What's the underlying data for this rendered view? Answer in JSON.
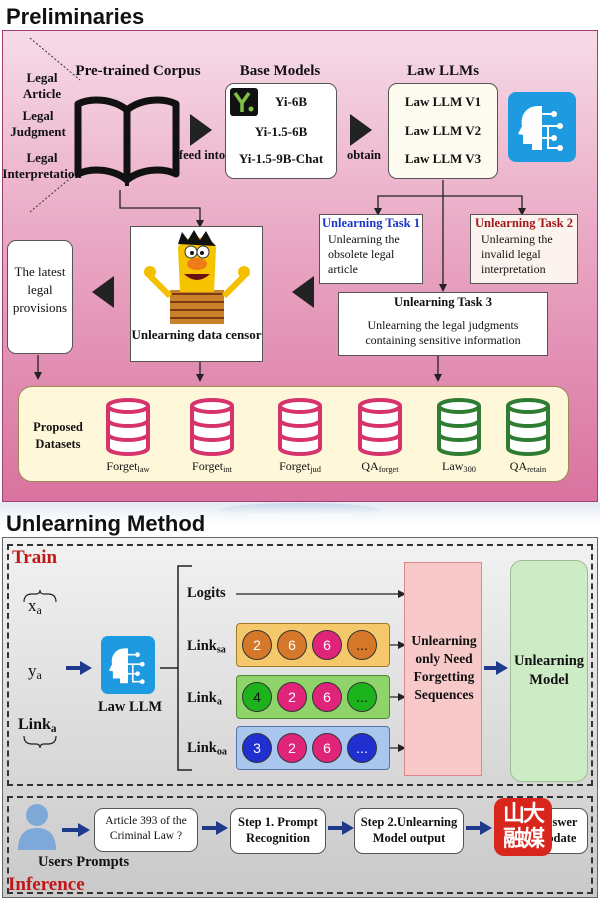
{
  "sections": {
    "preliminaries": "Preliminaries",
    "unlearning_method": "Unlearning Method"
  },
  "corpus": {
    "title": "Pre-trained Corpus",
    "labels": [
      "Legal Article",
      "Legal Judgment",
      "Legal Interpretation"
    ]
  },
  "arrows": {
    "feed_into": "feed into",
    "obtain": "obtain"
  },
  "base_models": {
    "title": "Base Models",
    "items": [
      "Yi-6B",
      "Yi-1.5-6B",
      "Yi-1.5-9B-Chat"
    ]
  },
  "law_llms": {
    "title": "Law LLMs",
    "items": [
      "Law LLM V1",
      "Law LLM V2",
      "Law LLM V3"
    ]
  },
  "tasks": {
    "task1": {
      "title": "Unlearning Task 1",
      "text": "Unlearning the obsolete legal article"
    },
    "task2": {
      "title": "Unlearning Task 2",
      "text": "Unlearning the invalid legal interpretation"
    },
    "task3": {
      "title": "Unlearning Task 3",
      "text": "Unlearning the legal judgments containing sensitive information"
    }
  },
  "latest": "The latest legal provisions",
  "censor": "Unlearning data censor",
  "datasets": {
    "label": "Proposed Datasets",
    "items": [
      {
        "base": "Forget",
        "sub": "law",
        "color": "#d6336c"
      },
      {
        "base": "Forget",
        "sub": "int",
        "color": "#d6336c"
      },
      {
        "base": "Forget",
        "sub": "jud",
        "color": "#d6336c"
      },
      {
        "base": "QA",
        "sub": "forget",
        "color": "#d6336c"
      },
      {
        "base": "Law",
        "sub": "300",
        "color": "#2e7d32"
      },
      {
        "base": "QA",
        "sub": "retain",
        "color": "#2e7d32"
      }
    ]
  },
  "train": {
    "label": "Train",
    "inputs": {
      "x": "x",
      "x_sub": "a",
      "y": "y",
      "y_sub": "a",
      "link": "Link",
      "link_sub": "a"
    },
    "law_llm": "Law LLM",
    "logits": "Logits",
    "links": [
      {
        "base": "Link",
        "sub": "sa",
        "values": [
          "2",
          "6",
          "6",
          "..."
        ]
      },
      {
        "base": "Link",
        "sub": "a",
        "values": [
          "4",
          "2",
          "6",
          "..."
        ]
      },
      {
        "base": "Link",
        "sub": "oa",
        "values": [
          "3",
          "2",
          "6",
          "..."
        ]
      }
    ],
    "forgetting": "Unlearning only Need Forgetting Sequences",
    "model": "Unlearning Model"
  },
  "inference": {
    "label": "Inference",
    "users": "Users Prompts",
    "prompt": "Article 393 of the Criminal Law ?",
    "step1": "Step 1. Prompt Recognition",
    "step2": "Step 2.Unlearning Model output",
    "answer": "Answer Update",
    "logo": "山大融媒"
  }
}
